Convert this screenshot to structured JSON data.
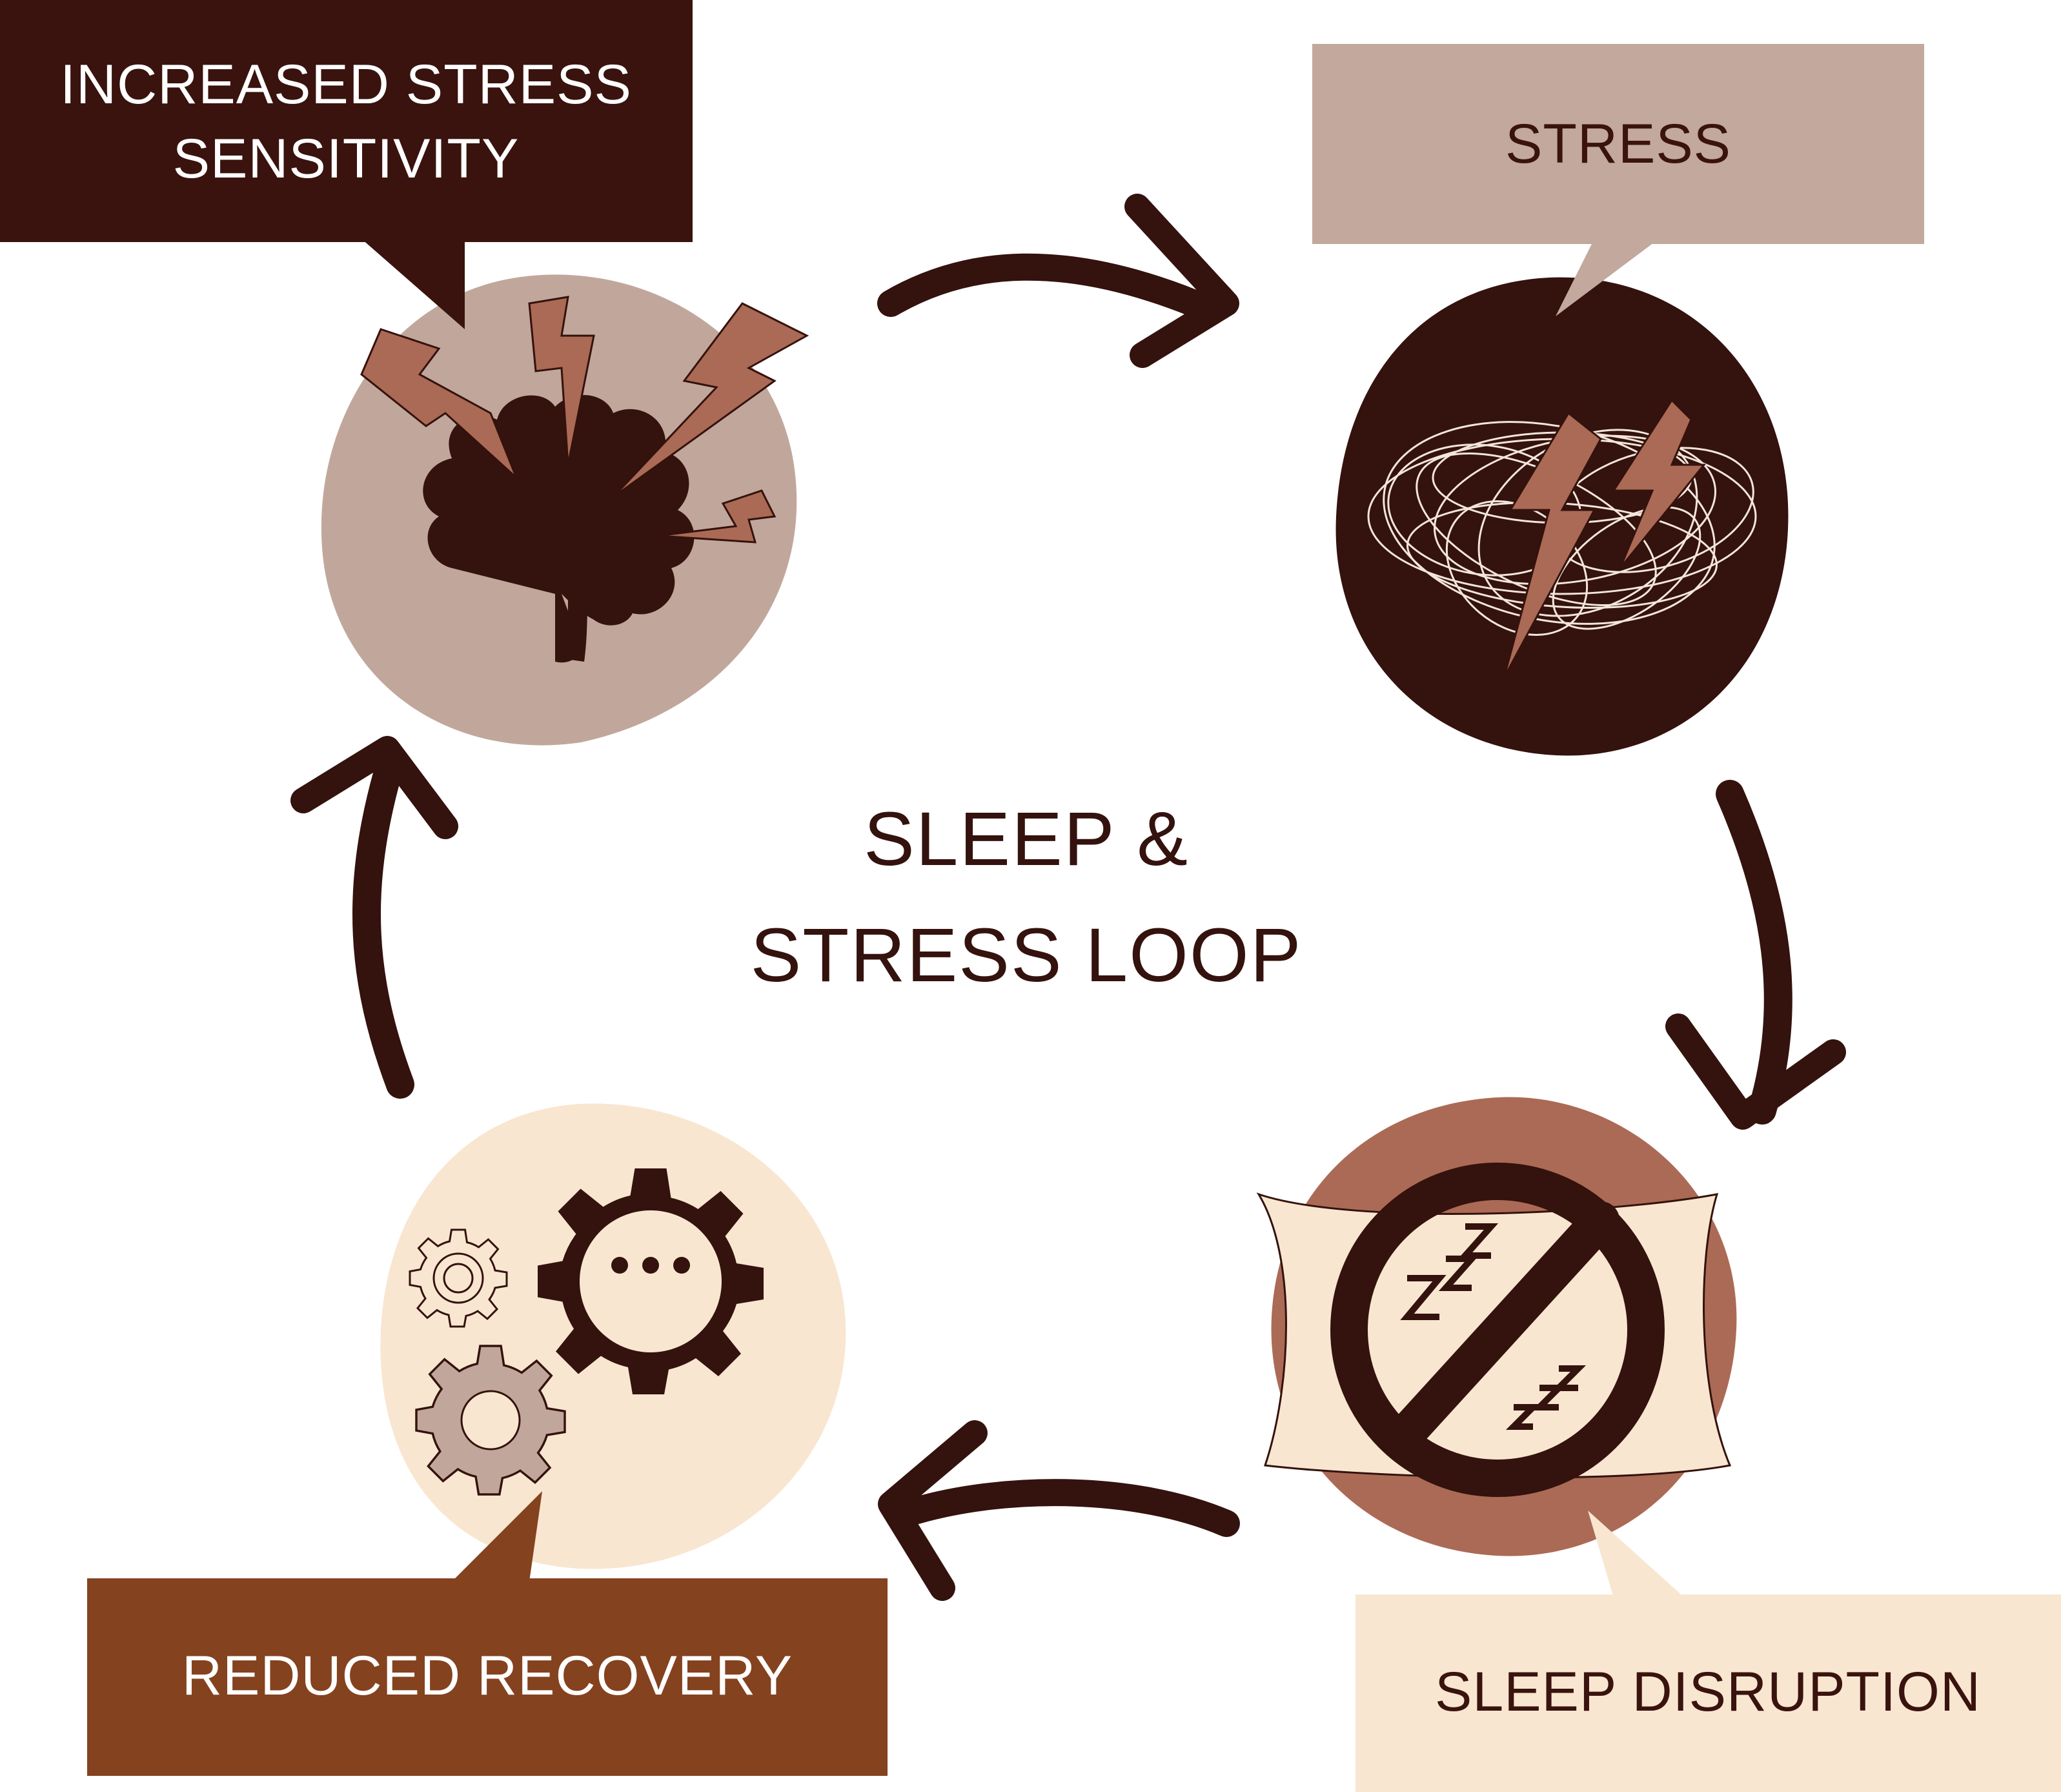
{
  "title": {
    "line1": "SLEEP &",
    "line2": "STRESS LOOP"
  },
  "nodes": {
    "stress_sensitivity": {
      "label_line1": "INCREASED STRESS",
      "label_line2": "SENSITIVITY",
      "icon": "brain-lightning-icon",
      "box_color": "#3a130e",
      "text_color": "#ffffff",
      "circle_color": "#c1a79b"
    },
    "stress": {
      "label": "STRESS",
      "icon": "tangled-lightning-icon",
      "box_color": "#c2a89d",
      "text_color": "#3a130e",
      "circle_color": "#34120d"
    },
    "sleep_disruption": {
      "label": "SLEEP DISRUPTION",
      "icon": "no-sleep-pillow-icon",
      "box_color": "#f8e6d1",
      "text_color": "#3a130e",
      "circle_color": "#ab6a55"
    },
    "reduced_recovery": {
      "label": "REDUCED RECOVERY",
      "icon": "gears-icon",
      "box_color": "#84421f",
      "text_color": "#ffffff",
      "circle_color": "#f8e6d1"
    }
  },
  "colors": {
    "dark": "#34120d",
    "accent": "#ab6a55",
    "cream": "#f8e6d1"
  }
}
